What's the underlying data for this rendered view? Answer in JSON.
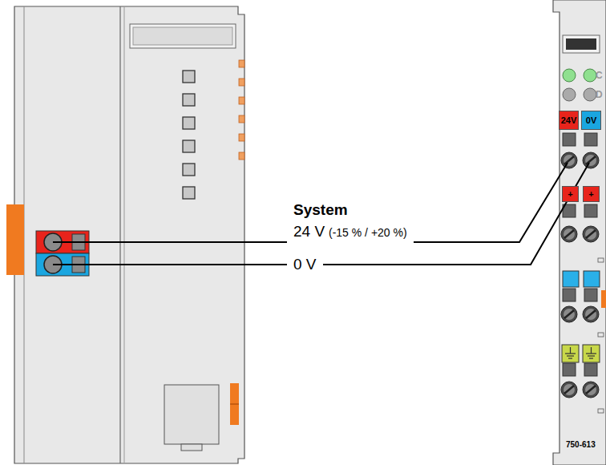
{
  "diagram": {
    "nodes": [
      {
        "text": [
          "24V"
        ]
      },
      {
        "text": [
          "0V"
        ]
      },
      {
        "text": [
          "+"
        ]
      },
      {
        "text": [
          "+"
        ]
      }
    ],
    "labels": [
      "System",
      "24 V",
      "(-15 % / +20 %)",
      "0 V",
      "C",
      "D",
      "750-613"
    ]
  }
}
